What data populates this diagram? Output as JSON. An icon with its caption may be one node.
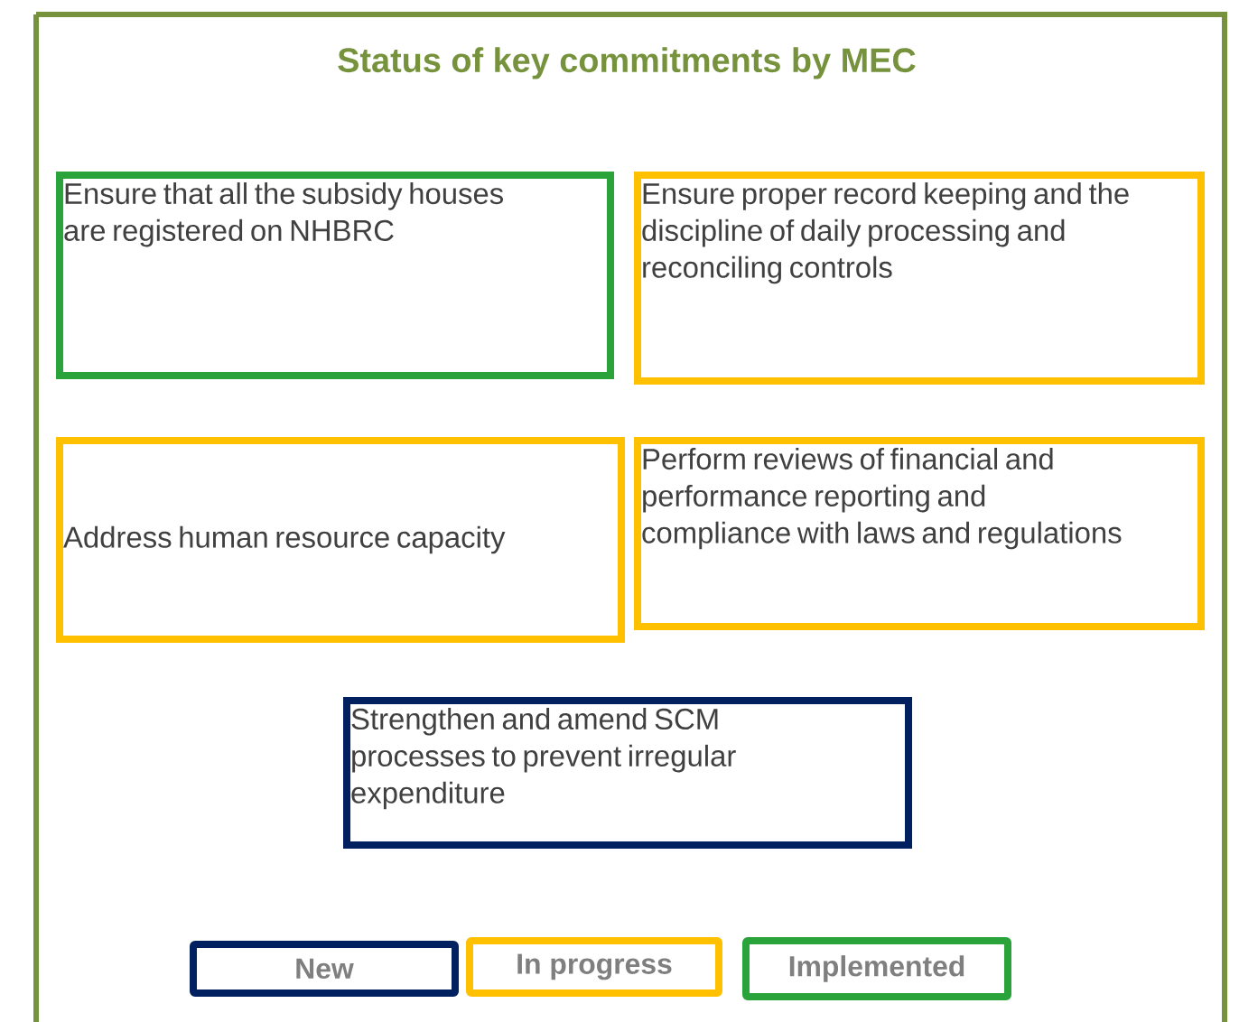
{
  "diagram": {
    "title": "Status of key commitments by MEC",
    "nodes": [
      {
        "text": [
          "Ensure that all the subsidy houses are registered on NHBRC"
        ]
      },
      {
        "text": [
          "Ensure proper record keeping and the discipline of daily processing and reconciling controls"
        ]
      },
      {
        "text": [
          "Address human resource capacity"
        ]
      },
      {
        "text": [
          "Perform reviews of financial and performance reporting and compliance with laws and regulations"
        ]
      },
      {
        "text": [
          "Strengthen and amend SCM processes to prevent irregular expenditure"
        ]
      }
    ],
    "legend": [
      {
        "text": "New",
        "color": "#002060"
      },
      {
        "text": "In progress",
        "color": "#ffc000"
      },
      {
        "text": "Implemented",
        "color": "#2aa33a"
      }
    ]
  }
}
